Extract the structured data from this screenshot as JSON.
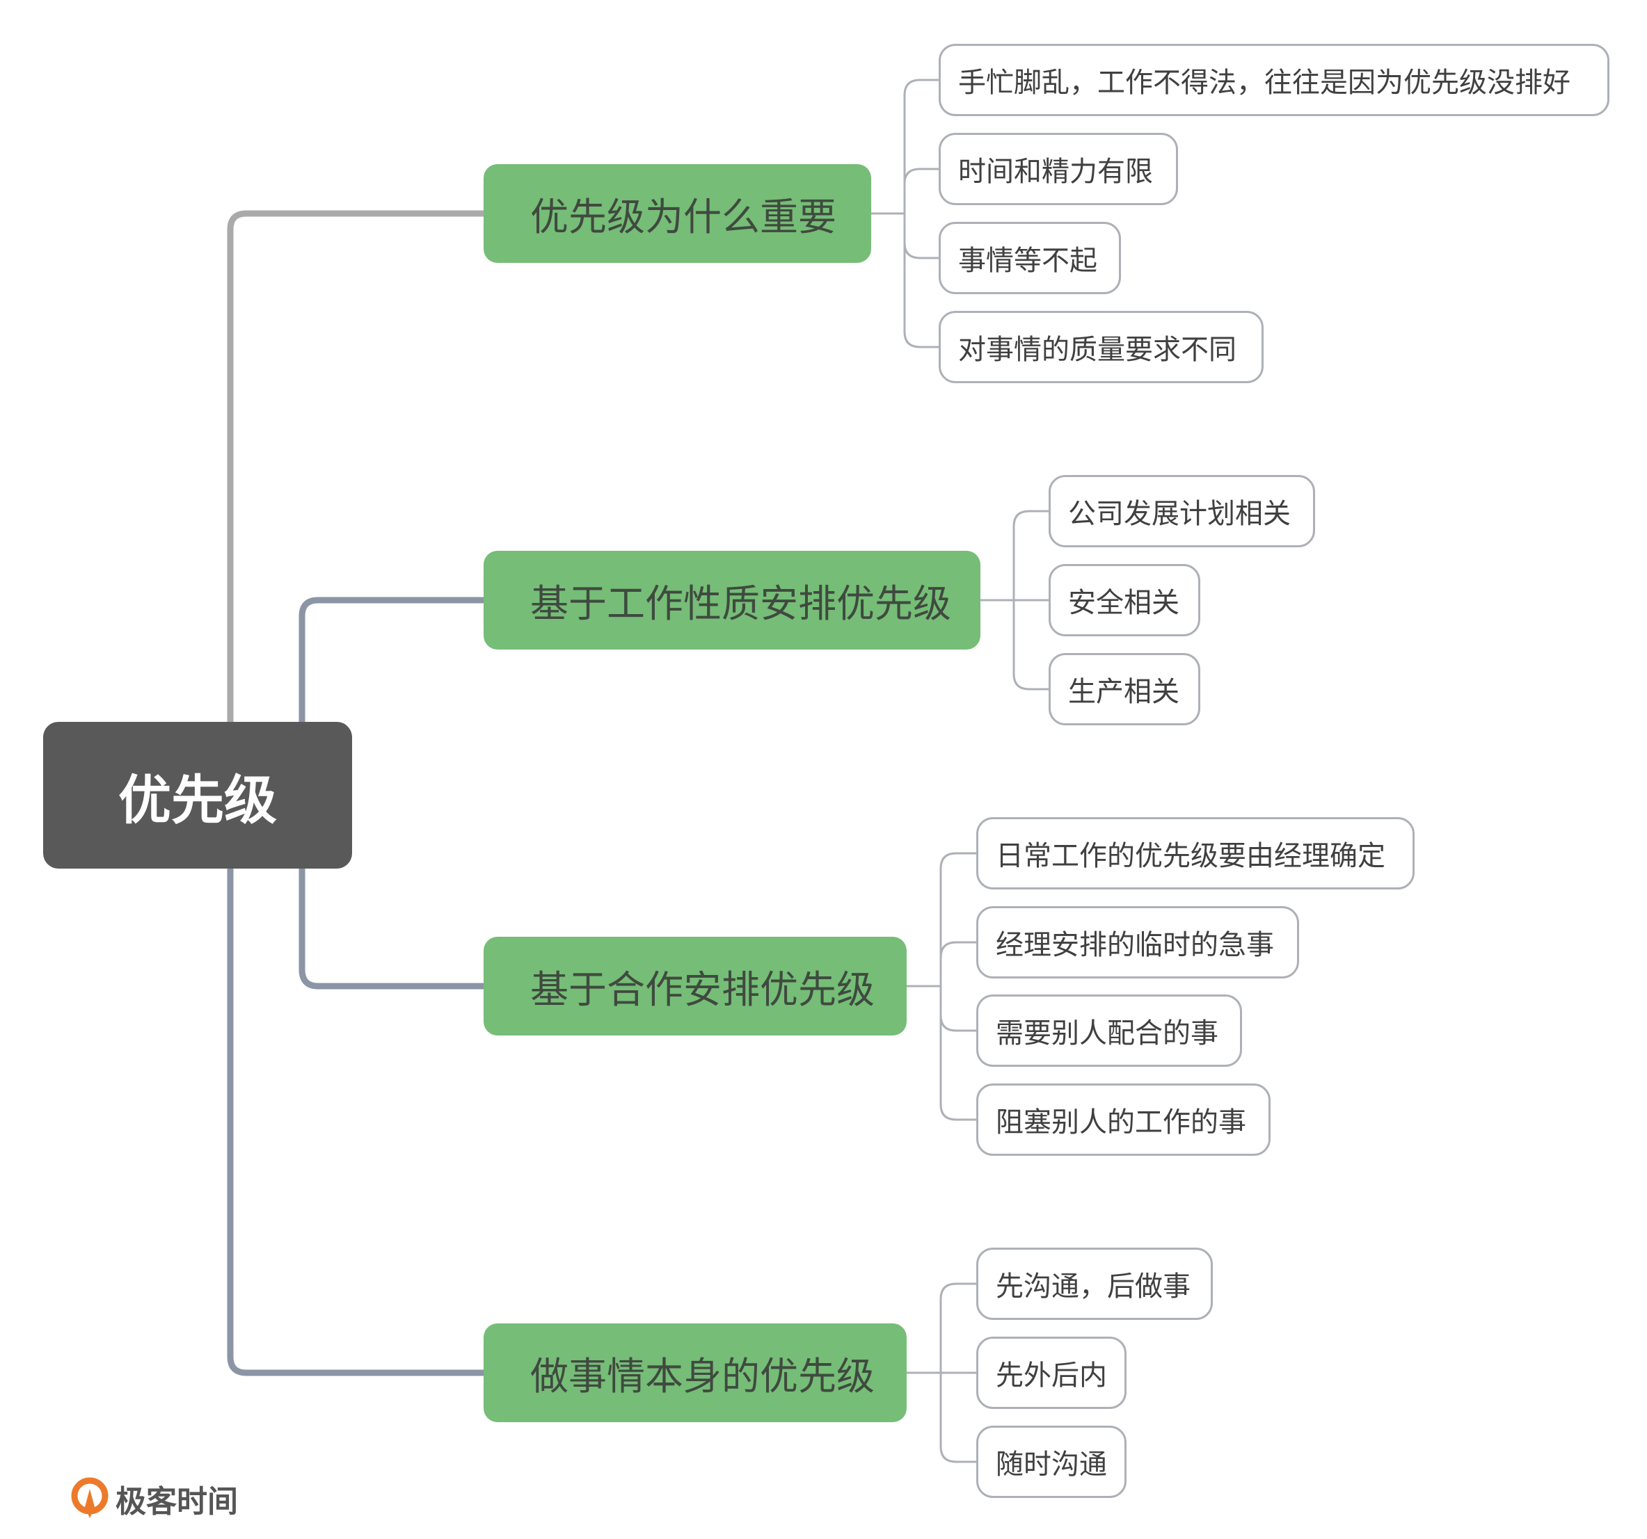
{
  "root": {
    "label": "优先级"
  },
  "branches": [
    {
      "label": "优先级为什么重要",
      "leaves": [
        "手忙脚乱，工作不得法，往往是因为优先级没排好",
        "时间和精力有限",
        "事情等不起",
        "对事情的质量要求不同"
      ]
    },
    {
      "label": "基于工作性质安排优先级",
      "leaves": [
        "公司发展计划相关",
        "安全相关",
        "生产相关"
      ]
    },
    {
      "label": "基于合作安排优先级",
      "leaves": [
        "日常工作的优先级要由经理确定",
        "经理安排的临时的急事",
        "需要别人配合的事",
        "阻塞别人的工作的事"
      ]
    },
    {
      "label": "做事情本身的优先级",
      "leaves": [
        "先沟通，后做事",
        "先外后内",
        "随时沟通"
      ]
    }
  ],
  "brand": {
    "name": "极客时间",
    "logo_icon": "geektime-logo-icon"
  },
  "colors": {
    "root_fill": "#595959",
    "branch_fill": "#76bd77",
    "leaf_border": "#adb1b7",
    "trunk_first": "#aaaaaa",
    "trunk_other": "#8b95a5",
    "brand_orange": "#ec7a2a"
  }
}
